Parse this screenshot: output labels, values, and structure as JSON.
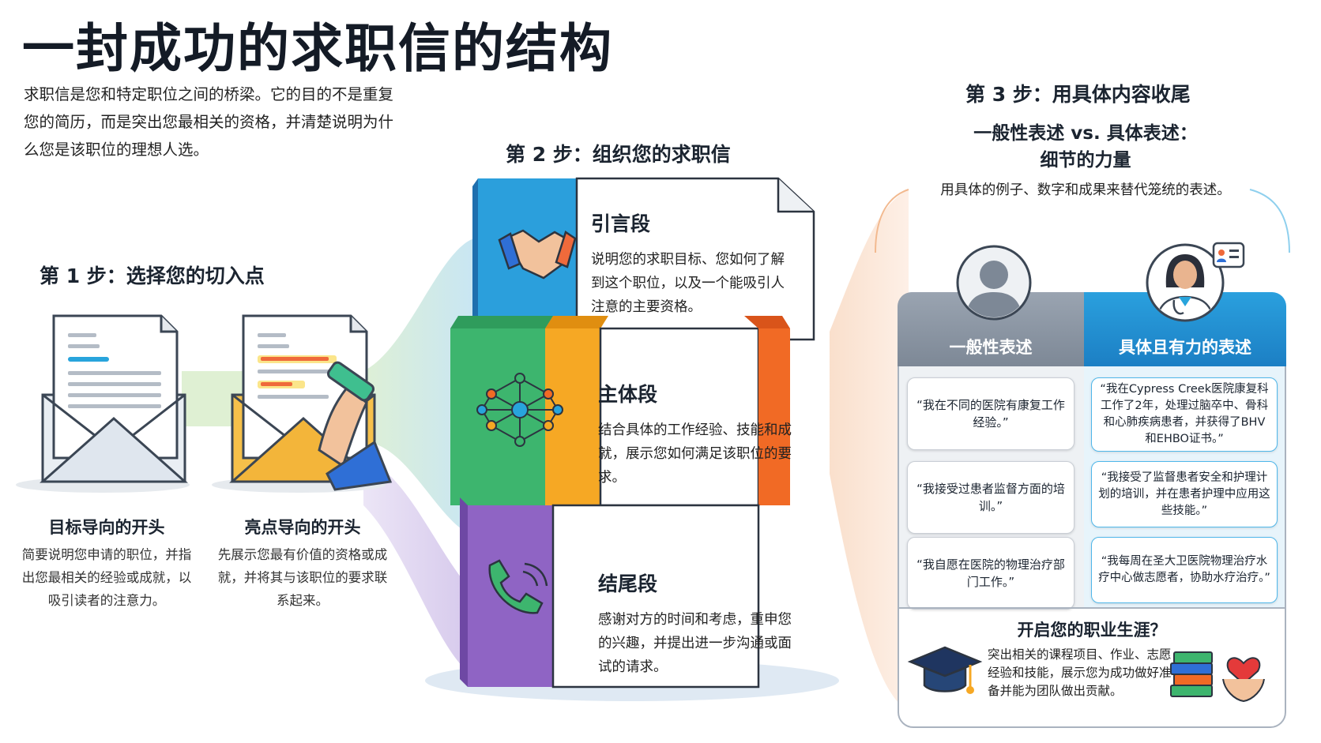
{
  "title": "一封成功的求职信的结构",
  "intro": "求职信是您和特定职位之间的桥梁。它的目的不是重复您的简历，而是突出您最相关的资格，并清楚说明为什么您是该职位的理想人选。",
  "step1": {
    "heading": "第 1 步：选择您的切入点",
    "options": [
      {
        "title": "目标导向的开头",
        "desc": "简要说明您申请的职位，并指出您最相关的经验或成就，以吸引读者的注意力。",
        "icon": "envelope-letter-icon"
      },
      {
        "title": "亮点导向的开头",
        "desc": "先展示您最有价值的资格或成就，并将其与该职位的要求联系起来。",
        "icon": "envelope-highlight-icon"
      }
    ]
  },
  "step2": {
    "heading": "第 2 步：组织您的求职信",
    "blocks": [
      {
        "title": "引言段",
        "desc": "说明您的求职目标、您如何了解到这个职位，以及一个能吸引人注意的主要资格。",
        "icon": "handshake-icon"
      },
      {
        "title": "主体段",
        "desc": "结合具体的工作经验、技能和成就，展示您如何满足该职位的要求。",
        "icon": "network-icon"
      },
      {
        "title": "结尾段",
        "desc": "感谢对方的时间和考虑，重申您的兴趣，并提出进一步沟通或面试的请求。",
        "icon": "phone-icon"
      }
    ]
  },
  "step3": {
    "heading": "第 3 步：用具体内容收尾",
    "subtitle_line1": "一般性表述 vs. 具体表述：",
    "subtitle_line2": "细节的力量",
    "desc": "用具体的例子、数字和成果来替代笼统的表述。",
    "general_label": "一般性表述",
    "specific_label": "具体且有力的表述",
    "general": [
      "“我在不同的医院有康复工作经验。”",
      "“我接受过患者监督方面的培训。”",
      "“我自愿在医院的物理治疗部门工作。”"
    ],
    "specific": [
      "“我在Cypress Creek医院康复科工作了2年，处理过脑卒中、骨科和心肺疾病患者，并获得了BHV和EHBO证书。”",
      "“我接受了监督患者安全和护理计划的培训，并在患者护理中应用这些技能。”",
      "“我每周在圣大卫医院物理治疗水疗中心做志愿者，协助水疗治疗。”"
    ],
    "career_title": "开启您的职业生涯？",
    "career_desc": "突出相关的课程项目、作业、志愿经验和技能，展示您为成功做好准备并能为团队做出贡献。"
  }
}
